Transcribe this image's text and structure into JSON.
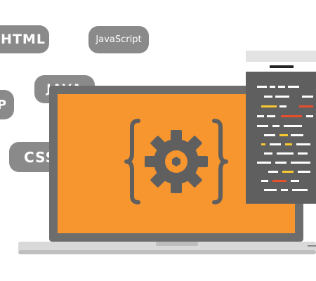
{
  "tags": {
    "html": "HTML",
    "javascript": "JavaScript",
    "java": "JAVA",
    "partial": "P",
    "css": "CSS"
  },
  "icons": {
    "center": "gear-icon",
    "brackets": "curly-brace-icon"
  },
  "colors": {
    "screen": "#f7962f",
    "bezel": "#6d6d6d",
    "pill": "#8a8a8a",
    "code_panel": "#5f5f5f",
    "code_white": "#ffffff",
    "code_yellow": "#f7c82f",
    "code_red": "#e84f2a",
    "laptop_base": "#d9d9d9"
  }
}
